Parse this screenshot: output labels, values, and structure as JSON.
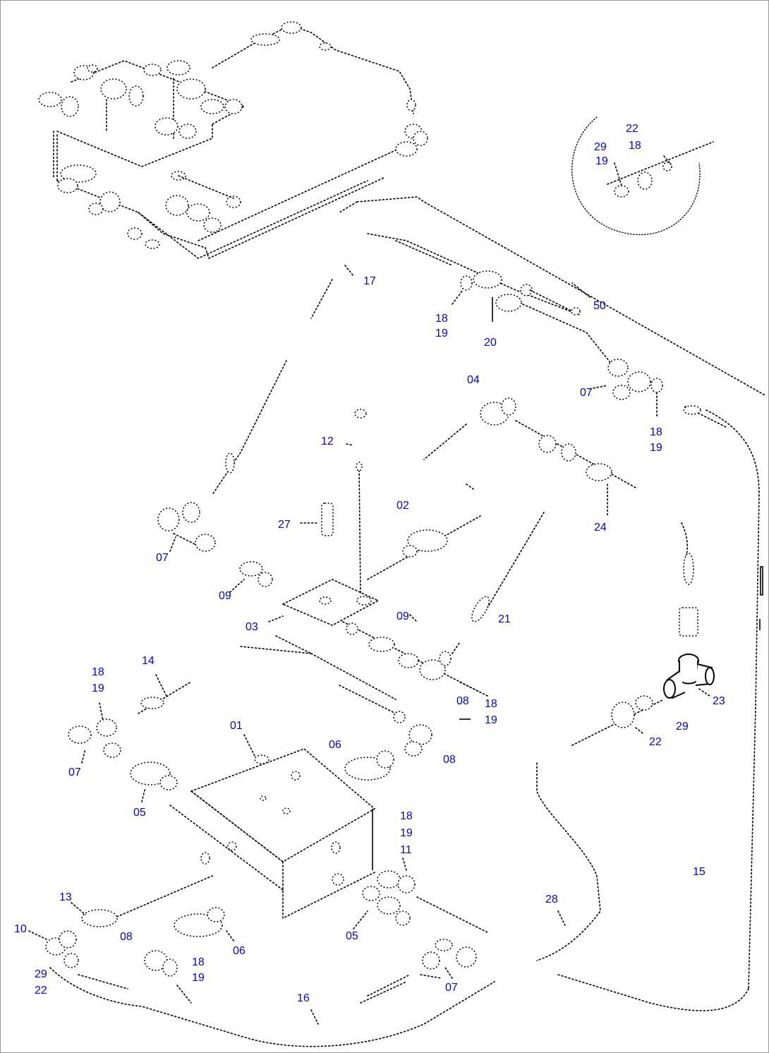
{
  "callouts": [
    {
      "id": "c17",
      "text": "17"
    },
    {
      "id": "c50",
      "text": "50"
    },
    {
      "id": "c18a",
      "text": "18"
    },
    {
      "id": "c19a",
      "text": "19"
    },
    {
      "id": "c20",
      "text": "20"
    },
    {
      "id": "c22a",
      "text": "22"
    },
    {
      "id": "c18b",
      "text": "18"
    },
    {
      "id": "c29a",
      "text": "29"
    },
    {
      "id": "c19b",
      "text": "19"
    },
    {
      "id": "c04",
      "text": "04"
    },
    {
      "id": "c07a",
      "text": "07"
    },
    {
      "id": "c18c",
      "text": "18"
    },
    {
      "id": "c19c",
      "text": "19"
    },
    {
      "id": "c12",
      "text": "12"
    },
    {
      "id": "c24",
      "text": "24"
    },
    {
      "id": "c02",
      "text": "02"
    },
    {
      "id": "c27",
      "text": "27"
    },
    {
      "id": "c07b",
      "text": "07"
    },
    {
      "id": "c09a",
      "text": "09"
    },
    {
      "id": "c03",
      "text": "03"
    },
    {
      "id": "c09b",
      "text": "09"
    },
    {
      "id": "c21",
      "text": "21"
    },
    {
      "id": "c18d",
      "text": "18"
    },
    {
      "id": "c19d",
      "text": "19"
    },
    {
      "id": "c14",
      "text": "14"
    },
    {
      "id": "c08a",
      "text": "08"
    },
    {
      "id": "c18e",
      "text": "18"
    },
    {
      "id": "c19e",
      "text": "19"
    },
    {
      "id": "c23",
      "text": "23"
    },
    {
      "id": "c29b",
      "text": "29"
    },
    {
      "id": "c22b",
      "text": "22"
    },
    {
      "id": "c01",
      "text": "01"
    },
    {
      "id": "c06a",
      "text": "06"
    },
    {
      "id": "c08b",
      "text": "08"
    },
    {
      "id": "c07c",
      "text": "07"
    },
    {
      "id": "c05a",
      "text": "05"
    },
    {
      "id": "c18f",
      "text": "18"
    },
    {
      "id": "c19f",
      "text": "19"
    },
    {
      "id": "c11",
      "text": "11"
    },
    {
      "id": "c15",
      "text": "15"
    },
    {
      "id": "c28",
      "text": "28"
    },
    {
      "id": "c13",
      "text": "13"
    },
    {
      "id": "c10",
      "text": "10"
    },
    {
      "id": "c08c",
      "text": "08"
    },
    {
      "id": "c06b",
      "text": "06"
    },
    {
      "id": "c05b",
      "text": "05"
    },
    {
      "id": "c29c",
      "text": "29"
    },
    {
      "id": "c22c",
      "text": "22"
    },
    {
      "id": "c18g",
      "text": "18"
    },
    {
      "id": "c19g",
      "text": "19"
    },
    {
      "id": "c07d",
      "text": "07"
    },
    {
      "id": "c16",
      "text": "16"
    }
  ]
}
